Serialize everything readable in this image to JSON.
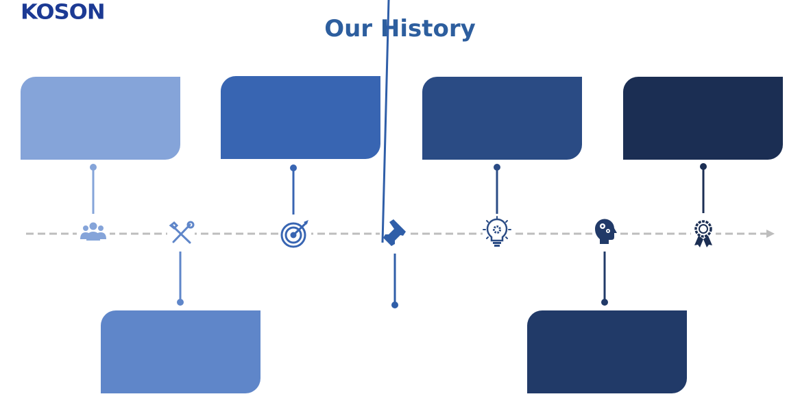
{
  "header": {
    "logo_text": "KOSON",
    "title": "Our History"
  },
  "colors": {
    "logo": "#1c3a94",
    "title": "#2d5e9e",
    "timeline_arrow": "#bdbdbd",
    "milestone_1": "#85a4d9",
    "milestone_2": "#5f86c9",
    "milestone_3": "#3865b2",
    "milestone_4": "#2f5ea8",
    "milestone_5": "#2a4b84",
    "milestone_6": "#213a68",
    "milestone_7": "#1b2e53"
  },
  "timeline": [
    {
      "id": 1,
      "icon": "people-group-icon",
      "card": "above",
      "color": "#85a4d9"
    },
    {
      "id": 2,
      "icon": "tools-icon",
      "card": "below",
      "color": "#5f86c9"
    },
    {
      "id": 3,
      "icon": "target-icon",
      "card": "above",
      "color": "#3865b2"
    },
    {
      "id": 4,
      "icon": "pushpin-icon",
      "card": "below-empty",
      "color": "#2f5ea8"
    },
    {
      "id": 5,
      "icon": "lightbulb-gear-icon",
      "card": "above",
      "color": "#2a4b84"
    },
    {
      "id": 6,
      "icon": "head-gears-icon",
      "card": "below",
      "color": "#213a68"
    },
    {
      "id": 7,
      "icon": "award-ribbon-icon",
      "card": "above",
      "color": "#1b2e53"
    }
  ]
}
